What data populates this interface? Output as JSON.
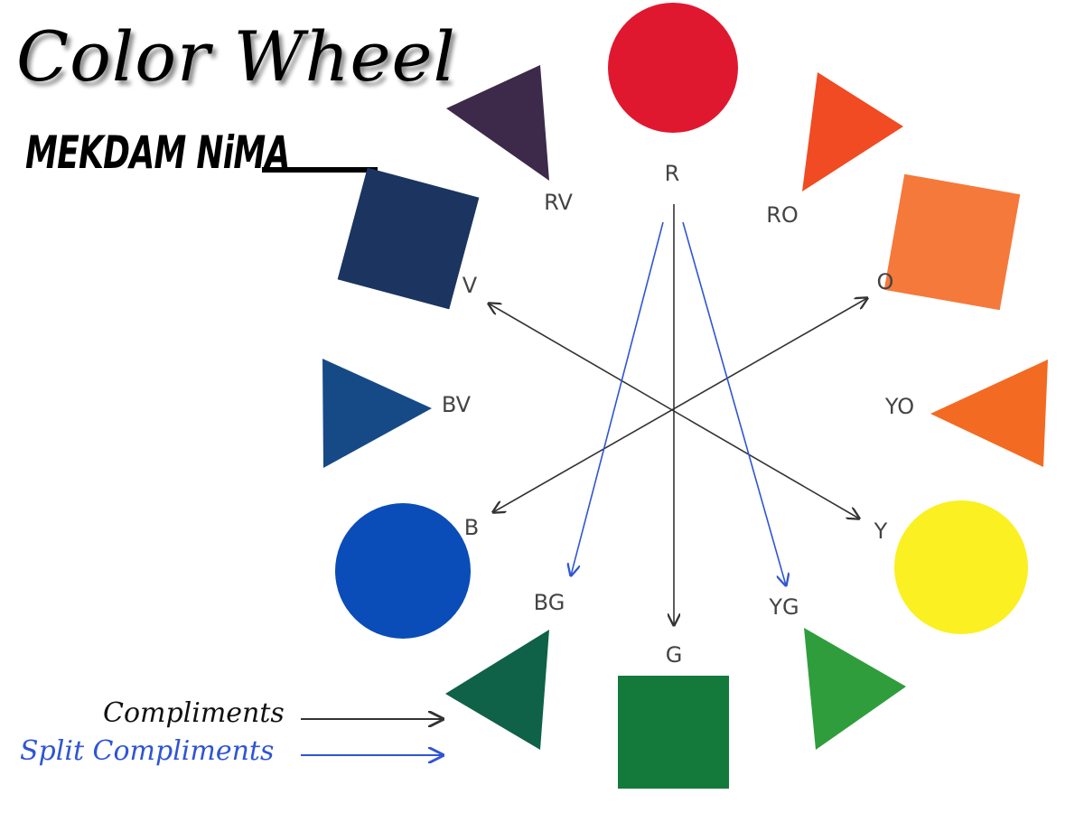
{
  "title": "Color Wheel",
  "author": "MEKDAM NiMA",
  "legend": {
    "complements_label": "Compliments",
    "split_complements_label": "Split Compliments",
    "complements_color": "#333333",
    "split_color": "#2f55d4"
  },
  "swatches": [
    {
      "key": "R",
      "label": "R",
      "shape": "circle",
      "color": "#e0182f"
    },
    {
      "key": "RO",
      "label": "RO",
      "shape": "triangle",
      "color": "#f04b22"
    },
    {
      "key": "O",
      "label": "O",
      "shape": "square",
      "color": "#f5793a"
    },
    {
      "key": "YO",
      "label": "YO",
      "shape": "triangle",
      "color": "#f36a22"
    },
    {
      "key": "Y",
      "label": "Y",
      "shape": "circle",
      "color": "#fbf021"
    },
    {
      "key": "YG",
      "label": "YG",
      "shape": "triangle",
      "color": "#2f9d3c"
    },
    {
      "key": "G",
      "label": "G",
      "shape": "square",
      "color": "#137a3c"
    },
    {
      "key": "BG",
      "label": "BG",
      "shape": "triangle",
      "color": "#0f6148"
    },
    {
      "key": "B",
      "label": "B",
      "shape": "circle",
      "color": "#0a4db8"
    },
    {
      "key": "BV",
      "label": "BV",
      "shape": "triangle",
      "color": "#154a86"
    },
    {
      "key": "V",
      "label": "V",
      "shape": "square",
      "color": "#1b3560"
    },
    {
      "key": "RV",
      "label": "RV",
      "shape": "triangle",
      "color": "#3d2a4a"
    }
  ],
  "complement_arrows": [
    {
      "from": "V",
      "to": "Y"
    },
    {
      "from": "O",
      "to": "B"
    },
    {
      "from": "R",
      "to": "G"
    }
  ],
  "split_complement_arrows": [
    {
      "from": "R",
      "to": "BG"
    },
    {
      "from": "R",
      "to": "YG"
    }
  ]
}
